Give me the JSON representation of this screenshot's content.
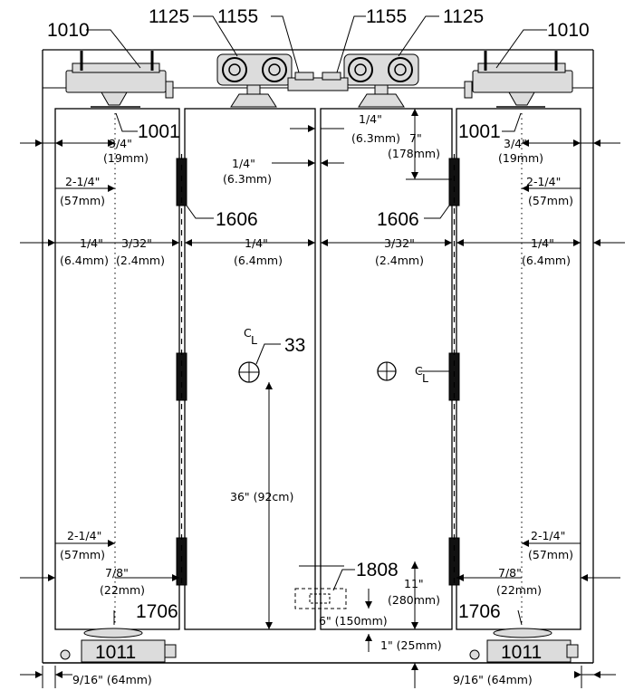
{
  "callouts": {
    "bracket_left": "1010",
    "bracket_right": "1010",
    "roller_left": "1125",
    "roller_right": "1125",
    "clip_left": "1155",
    "clip_right": "1155",
    "pivot_left": "1001",
    "pivot_right": "1001",
    "hinge_left": "1606",
    "hinge_right": "1606",
    "handle": "33",
    "bolt": "1808",
    "floor_pivot_left": "1706",
    "floor_pivot_right": "1706",
    "floor_bracket_left": "1011",
    "floor_bracket_right": "1011"
  },
  "dimensions": {
    "pivot_offset_left": [
      "3/4\"",
      "(19mm)"
    ],
    "pivot_offset_right": [
      "3/4\"",
      "(19mm)"
    ],
    "gap_top_center": [
      "1/4\"",
      "(6.3mm)"
    ],
    "gap_top_middle": [
      "1/4\"",
      "(6.3mm)"
    ],
    "roller_drop": [
      "7\"",
      "(178mm)"
    ],
    "top_inset_left": [
      "2-1/4\"",
      "(57mm)"
    ],
    "top_inset_right": [
      "2-1/4\"",
      "(57mm)"
    ],
    "gap_row_1": [
      "1/4\"",
      "(6.4mm)"
    ],
    "gap_row_2": [
      "3/32\"",
      "(2.4mm)"
    ],
    "gap_row_3": [
      "1/4\"",
      "(6.4mm)"
    ],
    "gap_row_4": [
      "3/32\"",
      "(2.4mm)"
    ],
    "gap_row_5": [
      "1/4\"",
      "(6.4mm)"
    ],
    "handle_height": "36\" (92cm)",
    "bottom_inset_left": [
      "2-1/4\"",
      "(57mm)"
    ],
    "bottom_inset_right": [
      "2-1/4\"",
      "(57mm)"
    ],
    "floor_offset_left": [
      "7/8\"",
      "(22mm)"
    ],
    "floor_offset_right": [
      "7/8\"",
      "(22mm)"
    ],
    "bolt_height": [
      "11\"",
      "(280mm)"
    ],
    "bolt_width": "6\" (150mm)",
    "floor_gap": "1\"  (25mm)",
    "wall_offset_left": "9/16\"  (64mm)",
    "wall_offset_right": "9/16\"  (64mm)"
  },
  "symbols": {
    "centerline_left": "C",
    "centerline_right": "C",
    "centerline_subscript": "L"
  }
}
